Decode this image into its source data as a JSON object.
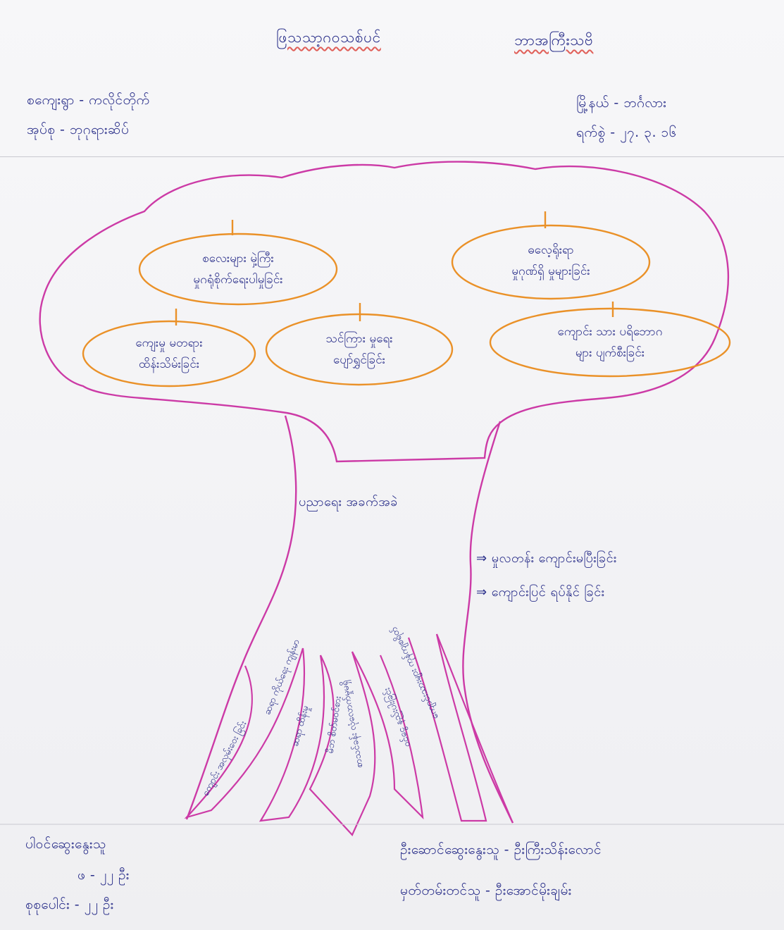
{
  "header": {
    "title_left": "ဖြသသာ့ဂဝသစ်ပင်",
    "title_right": "ဘာအကြီးသဗိ",
    "meta_left": [
      {
        "label": "စကျေးရွာ",
        "value": "ကလိုင်တိုက်"
      },
      {
        "label": "အုပ်စု",
        "value": "ဘုဂုရားဆိပ်"
      }
    ],
    "meta_right": [
      {
        "label": "မြို့နယ်",
        "value": "ဘင်္ဂလား"
      },
      {
        "label": "ရက်စွဲ",
        "value": "၂၇. ၃. ၁၆"
      }
    ]
  },
  "tree": {
    "fruits": [
      {
        "lines": [
          "စလေးများ မှဲ့ကြီး",
          "မှုဂရုံစိုက်ရေးပါမှုခြင်း"
        ]
      },
      {
        "lines": [
          "ဓလေ့ရိုးရာ",
          "မှုဂုဏ်ရှိ မှုများခြင်း"
        ]
      },
      {
        "lines": [
          "ကျေးမှု မတရား",
          "ထိန်းသိမ်းခြင်း"
        ]
      },
      {
        "lines": [
          "သင်ကြား မှုရေး",
          "ပျော်ရွှင်ခြင်း"
        ]
      },
      {
        "lines": [
          "ကျောင်း သား ပရိဘောဂ",
          "များ ပျက်စီးခြင်း"
        ]
      }
    ],
    "trunk_label": "ပညာရေး အခက်အခဲ",
    "trunk_points": [
      "⇒ မှုလတန်း ကျောင်းမပြီးခြင်း",
      "⇒ ကျောင်းပြင် ရပ်နိုင် ခြင်း"
    ],
    "roots": [
      "ကျောင်း အလှမ်းဝေး ခြင်း",
      "ဆရာ ကိုယ်ရေး ကျန်းမာ",
      "ဆရာ ထိန်းမှု",
      "မိဘ စိတ်မဝင်စား",
      "စာသင်ခန်း လုံလောက်မှုမရှိ",
      "ဝင်ငွေ နည်းပါးခြင်း",
      "ကျောင်းသားများ ကုန်ကျစရိတ်"
    ]
  },
  "footer": {
    "left_title": "ပါဝင်ဆွေးနွေးသူ",
    "left_rows": [
      {
        "label": "ဖ",
        "value": "၂၂ ဦး"
      },
      {
        "label": "စုစုပေါင်း",
        "value": "၂၂ ဦး"
      }
    ],
    "right_rows": [
      {
        "label": "ဦးဆောင်ဆွေးနွေးသူ",
        "value": "ဦးကြီးသိန်းလောင်"
      },
      {
        "label": "မှတ်တမ်းတင်သူ",
        "value": "ဦးအောင်မိုးချမ်း"
      }
    ]
  },
  "colors": {
    "ink": "#2a2f8a",
    "trunk": "#cc3aa6",
    "fruit": "#ea9128",
    "underline": "#e0605a"
  }
}
